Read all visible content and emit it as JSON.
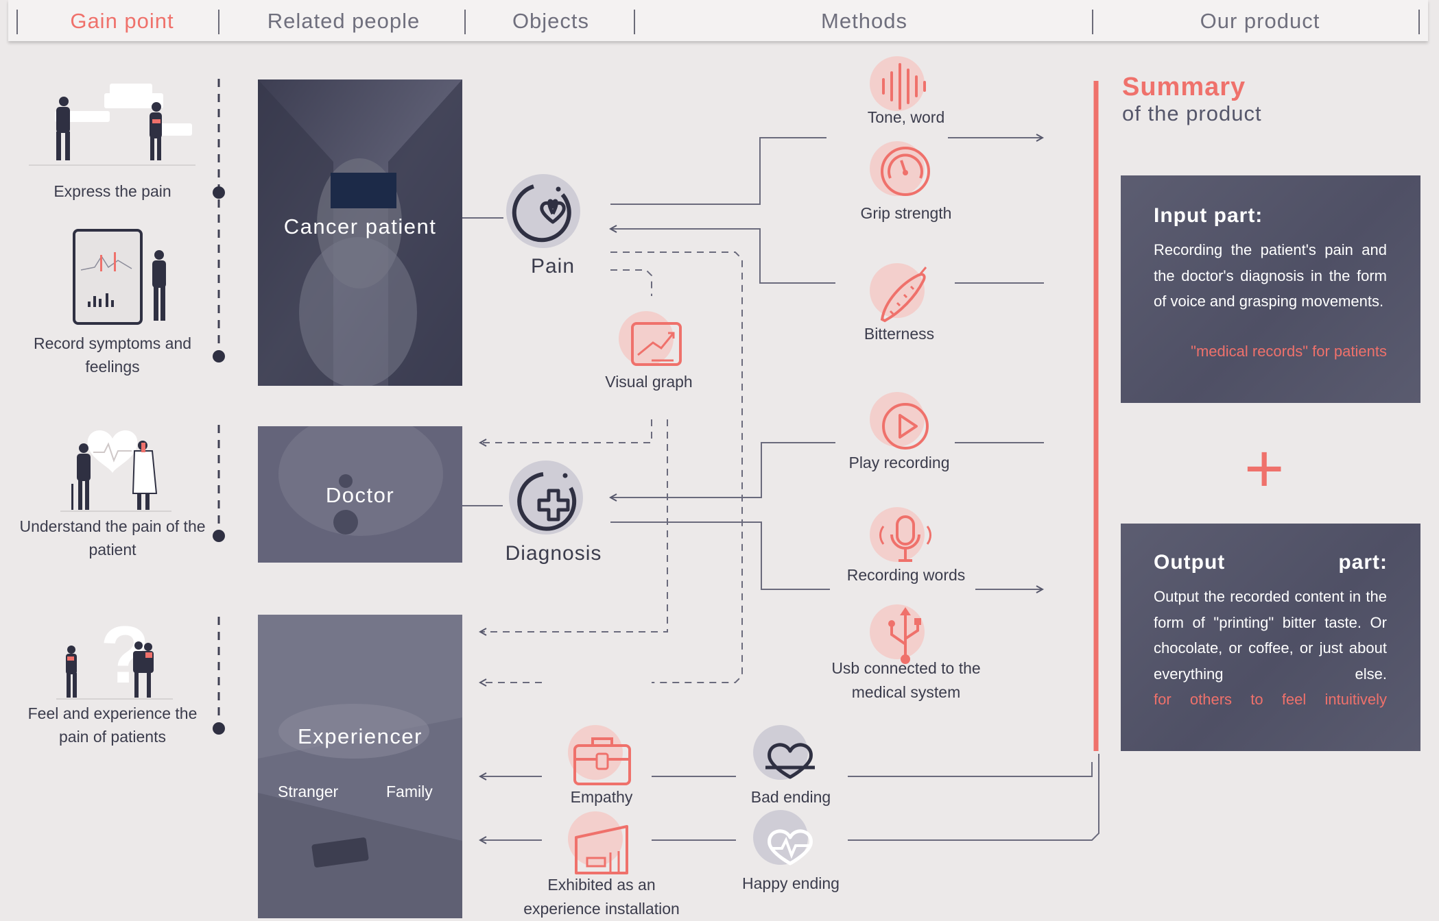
{
  "header": {
    "tabs": [
      {
        "label": "Gain point",
        "active": true
      },
      {
        "label": "Related people",
        "active": false
      },
      {
        "label": "Objects",
        "active": false
      },
      {
        "label": "Methods",
        "active": false
      },
      {
        "label": "Our product",
        "active": false
      }
    ]
  },
  "gain_points": [
    {
      "label": "Express the pain",
      "icon": "people-talking-icon"
    },
    {
      "label": "Record symptoms and feelings",
      "icon": "tablet-chart-icon"
    },
    {
      "label": "Understand the pain of the patient",
      "icon": "doctor-heart-icon"
    },
    {
      "label": "Feel and experience the pain of patients",
      "icon": "question-people-icon"
    }
  ],
  "people": {
    "cancer_patient": "Cancer patient",
    "doctor": "Doctor",
    "experiencer": "Experiencer",
    "stranger": "Stranger",
    "family": "Family"
  },
  "objects": {
    "pain": "Pain",
    "diagnosis": "Diagnosis",
    "visual_graph": "Visual graph"
  },
  "methods": {
    "tone_word": "Tone, word",
    "grip_strength": "Grip strength",
    "bitterness": "Bitterness",
    "play_recording": "Play recording",
    "recording_words": "Recording words",
    "usb_line1": "Usb connected to the",
    "usb_line2": "medical system",
    "empathy": "Empathy",
    "bad_ending": "Bad ending",
    "exhibited_line1": "Exhibited as an",
    "exhibited_line2": "experience installation",
    "happy_ending": "Happy ending"
  },
  "summary": {
    "title": "Summary",
    "subtitle": "of the product",
    "input_title": "Input part:",
    "input_text": "Recording the patient's pain and the doctor's diagnosis in the form of voice and grasping movements.",
    "input_highlight": "\"medical records\" for patients",
    "plus": "+",
    "output_title_left": "Output",
    "output_title_right": "part:",
    "output_text": "Output the recorded content in the form of \"printing\" bitter taste. Or chocolate, or coffee, or just about everything else.",
    "output_highlight": "for others to feel intuitively"
  },
  "colors": {
    "accent": "#ef716b",
    "dark": "#3f4052",
    "background": "#ece9e9",
    "card": "#54556a"
  }
}
